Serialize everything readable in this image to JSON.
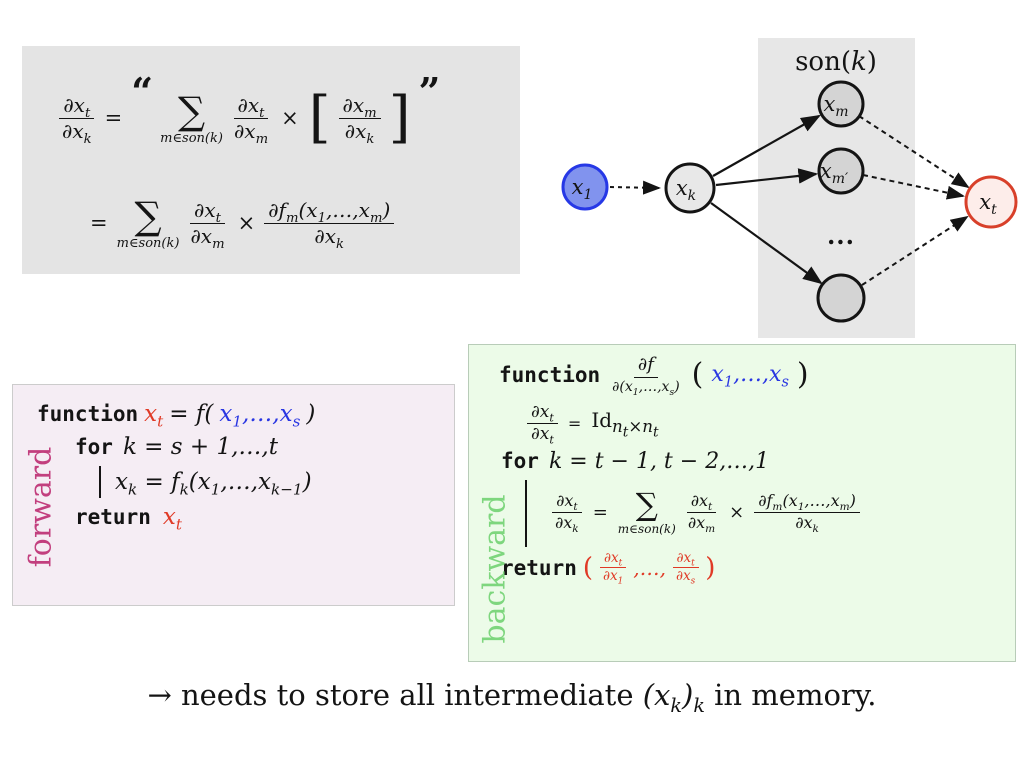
{
  "colors": {
    "quote_box_bg": "#e4e4e4",
    "son_band_bg": "#e7e7e7",
    "forward_box_bg": "#f5edf4",
    "backward_box_bg": "#ecfbe8",
    "forward_label_color": "#c23f7e",
    "backward_label_color": "#7ed67e",
    "code_red": "#e03a26",
    "code_blue": "#2936e2",
    "node_x1_fill": "#8193ee",
    "node_x1_stroke": "#2638e6",
    "node_xt_fill": "#fdedea",
    "node_xt_stroke": "#d8402a",
    "node_gray_fill": "#d4d4d4",
    "node_xk_fill": "#e8e8e8"
  },
  "quote_box": {
    "open_quote": "“",
    "close_quote": "”",
    "equals": "=",
    "times": "×",
    "sigma": "∑",
    "sum_limit": "m∈son(k)",
    "lbracket": "[",
    "rbracket": "]",
    "lhs": {
      "num": "∂x_t",
      "den": "∂x_k"
    },
    "frac_t_m": {
      "num": "∂x_t",
      "den": "∂x_m"
    },
    "bracketed": {
      "num": "∂x_m",
      "den": "∂x_k"
    },
    "line2": {
      "equals": "=",
      "sigma": "∑",
      "sum_limit": "m∈son(k)",
      "frac_t_m": {
        "num": "∂x_t",
        "den": "∂x_m"
      },
      "times": "×",
      "frac_fm": {
        "num": "∂f_m(x_1,…,x_m)",
        "den": "∂x_k"
      }
    }
  },
  "graph": {
    "son_label_prefix": "son(",
    "son_label_var": "k",
    "son_label_suffix": ")",
    "ellipsis": "...",
    "nodes": {
      "x1": {
        "base": "x",
        "sub": "1"
      },
      "xk": {
        "base": "x",
        "sub": "k"
      },
      "xm": {
        "base": "x",
        "sub": "m"
      },
      "xm_prime": {
        "base": "x",
        "sub": "m′"
      },
      "xt": {
        "base": "x",
        "sub": "t"
      }
    }
  },
  "forward": {
    "label": "forward",
    "kw_function": "function",
    "sig_xt": "x_t",
    "sig_mid": " = f(",
    "sig_args": "x_1,…,x_s",
    "sig_close": ")",
    "kw_for": "for",
    "for_expr": "k = s + 1,…,t",
    "body_expr": "x_k = f_k(x_1,…,x_{k−1})",
    "kw_return": "return",
    "ret_expr": "x_t"
  },
  "backward": {
    "label": "backward",
    "kw_function": "function",
    "sig_frac": {
      "num": "∂f",
      "den": "∂(x_1,…,x_s)"
    },
    "sig_open": "(",
    "sig_args": "x_1,…,x_s",
    "sig_close": ")",
    "init_frac": {
      "num": "∂x_t",
      "den": "∂x_t"
    },
    "init_equals": "=",
    "init_rhs": "Id_{n_t×n_t}",
    "kw_for": "for",
    "for_expr": "k = t − 1, t − 2,…,1",
    "loop": {
      "lhs": {
        "num": "∂x_t",
        "den": "∂x_k"
      },
      "equals": "=",
      "sigma": "∑",
      "sum_limit": "m∈son(k)",
      "frac_t_m": {
        "num": "∂x_t",
        "den": "∂x_m"
      },
      "times": "×",
      "frac_fm": {
        "num": "∂f_m(x_1,…,x_m)",
        "den": "∂x_k"
      }
    },
    "kw_return": "return",
    "ret_open": "(",
    "ret_frac1": {
      "num": "∂x_t",
      "den": "∂x_1"
    },
    "ret_dots": ",…,",
    "ret_frac2": {
      "num": "∂x_t",
      "den": "∂x_s"
    },
    "ret_close": ")"
  },
  "footer": {
    "prefix": "→ needs to store all intermediate ",
    "math": "(x_k)_k",
    "suffix": " in memory."
  }
}
